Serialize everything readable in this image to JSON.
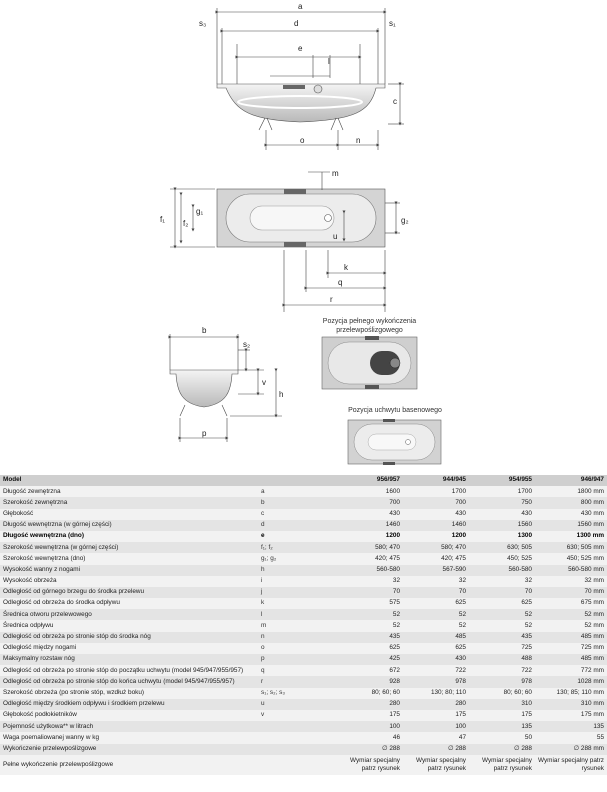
{
  "drawings": {
    "dims_front": {
      "a": "a",
      "d": "d",
      "s3": "s₃",
      "s1": "s₁",
      "e": "e",
      "l": "l",
      "c": "c",
      "o": "o",
      "n": "n"
    },
    "dims_top": {
      "m": "m",
      "f1": "f₁",
      "f2": "f₂",
      "g1": "g₁",
      "g2": "g₂",
      "u": "u",
      "k": "k",
      "q": "q",
      "r": "r"
    },
    "dims_side": {
      "b": "b",
      "s2": "s₂",
      "v": "v",
      "h": "h",
      "p": "p"
    },
    "caption_full_trim": "Pozycja pełnego wykończenia przelewpoślizgowego",
    "caption_handle": "Pozycja uchwytu basenowego"
  },
  "table": {
    "header": {
      "model": "Model",
      "cols": [
        "956/957",
        "944/945",
        "954/955",
        "946/947"
      ]
    },
    "rows": [
      {
        "label": "Długość zewnętrzna",
        "sym": "a",
        "vals": [
          "1600",
          "1700",
          "1700",
          "1800 mm"
        ]
      },
      {
        "label": "Szerokość zewnętrzna",
        "sym": "b",
        "vals": [
          "700",
          "700",
          "750",
          "800 mm"
        ]
      },
      {
        "label": "Głębokość",
        "sym": "c",
        "vals": [
          "430",
          "430",
          "430",
          "430 mm"
        ]
      },
      {
        "label": "Długość wewnętrzna (w górnej części)",
        "sym": "d",
        "vals": [
          "1460",
          "1460",
          "1560",
          "1560 mm"
        ]
      },
      {
        "label": "Długość wewnętrzna (dno)",
        "sym": "e",
        "vals": [
          "1200",
          "1200",
          "1300",
          "1300 mm"
        ],
        "bold": true
      },
      {
        "label": "Szerokość wewnętrzna (w górnej części)",
        "sym": "f₁; f₂",
        "vals": [
          "580; 470",
          "580; 470",
          "630; 505",
          "630; 505 mm"
        ]
      },
      {
        "label": "Szerokość wewnętrzna (dno)",
        "sym": "g₁; g₂",
        "vals": [
          "420; 475",
          "420; 475",
          "450; 525",
          "450; 525 mm"
        ]
      },
      {
        "label": "Wysokość wanny z nogami",
        "sym": "h",
        "vals": [
          "560-580",
          "567-590",
          "560-580",
          "560-580 mm"
        ]
      },
      {
        "label": "Wysokość obrzeża",
        "sym": "i",
        "vals": [
          "32",
          "32",
          "32",
          "32 mm"
        ]
      },
      {
        "label": "Odległość od górnego brzegu do środka przelewu",
        "sym": "j",
        "vals": [
          "70",
          "70",
          "70",
          "70 mm"
        ]
      },
      {
        "label": "Odległość od obrzeża do środka odpływu",
        "sym": "k",
        "vals": [
          "575",
          "625",
          "625",
          "675 mm"
        ]
      },
      {
        "label": "Średnica otworu przelewowego",
        "sym": "l",
        "vals": [
          "52",
          "52",
          "52",
          "52 mm"
        ]
      },
      {
        "label": "Średnica odpływu",
        "sym": "m",
        "vals": [
          "52",
          "52",
          "52",
          "52 mm"
        ]
      },
      {
        "label": "Odległość od obrzeża po stronie stóp do środka nóg",
        "sym": "n",
        "vals": [
          "435",
          "485",
          "435",
          "485 mm"
        ]
      },
      {
        "label": "Odległość między nogami",
        "sym": "o",
        "vals": [
          "625",
          "625",
          "725",
          "725 mm"
        ]
      },
      {
        "label": "Maksymalny rozstaw nóg",
        "sym": "p",
        "vals": [
          "425",
          "430",
          "488",
          "485 mm"
        ]
      },
      {
        "label": "Odległość od obrzeża po stronie stóp do początku uchwytu (model 945/947/955/957)",
        "sym": "q",
        "vals": [
          "672",
          "722",
          "722",
          "772 mm"
        ]
      },
      {
        "label": "Odległość od obrzeża po stronie stóp do końca uchwytu (model 945/947/955/957)",
        "sym": "r",
        "vals": [
          "928",
          "978",
          "978",
          "1028 mm"
        ]
      },
      {
        "label": "Szerokość obrzeża (po stronie stóp, wzdłuż boku)",
        "sym": "s₁; s₂; s₃",
        "vals": [
          "80; 60; 60",
          "130; 80; 110",
          "80; 60; 60",
          "130; 85; 110 mm"
        ]
      },
      {
        "label": "Odległość między środkiem odpływu i środkiem przelewu",
        "sym": "u",
        "vals": [
          "280",
          "280",
          "310",
          "310 mm"
        ]
      },
      {
        "label": "Głębokość podłokietników",
        "sym": "v",
        "vals": [
          "175",
          "175",
          "175",
          "175 mm"
        ]
      },
      {
        "label": "Pojemność użytkowa** w litrach",
        "sym": "",
        "vals": [
          "100",
          "100",
          "135",
          "135"
        ]
      },
      {
        "label": "Waga poemaliowanej wanny w kg",
        "sym": "",
        "vals": [
          "46",
          "47",
          "50",
          "55"
        ]
      },
      {
        "label": "Wykończenie przelewpoślizgowe",
        "sym": "",
        "vals": [
          "∅ 288",
          "∅ 288",
          "∅ 288",
          "∅ 288 mm"
        ]
      },
      {
        "label": "Pełne wykończenie przelewpoślizgowe",
        "sym": "",
        "vals": [
          "Wymiar specjalny patrz rysunek",
          "Wymiar specjalny patrz rysunek",
          "Wymiar specjalny patrz rysunek",
          "Wymiar specjalny patrz rysunek"
        ],
        "tall": true
      }
    ]
  }
}
